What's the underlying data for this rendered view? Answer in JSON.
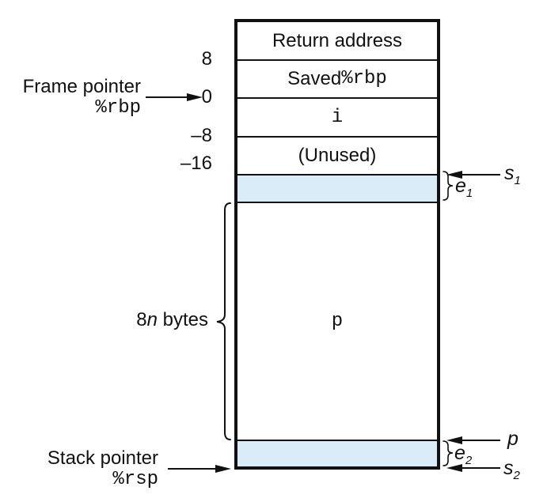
{
  "colors": {
    "ink": "#111111",
    "highlight": "#d9ecf8",
    "bg": "#ffffff"
  },
  "stack": {
    "rows": {
      "return_address": "Return address",
      "saved_prefix": "Saved ",
      "saved_register": "%rbp",
      "local_i": "i",
      "unused": "(Unused)",
      "array_p": "p"
    },
    "offsets": [
      "8",
      "0",
      "–8",
      "–16"
    ]
  },
  "left": {
    "frame_pointer": {
      "label": "Frame pointer",
      "register": "%rbp"
    },
    "stack_pointer": {
      "label": "Stack pointer",
      "register": "%rsp"
    },
    "size": {
      "coefficient": "8",
      "variable": "n",
      "unit": " bytes"
    }
  },
  "right": {
    "s1": {
      "base": "s",
      "sub": "1"
    },
    "e1": {
      "base": "e",
      "sub": "1"
    },
    "p": {
      "base": "p",
      "sub": ""
    },
    "e2": {
      "base": "e",
      "sub": "2"
    },
    "s2": {
      "base": "s",
      "sub": "2"
    }
  }
}
